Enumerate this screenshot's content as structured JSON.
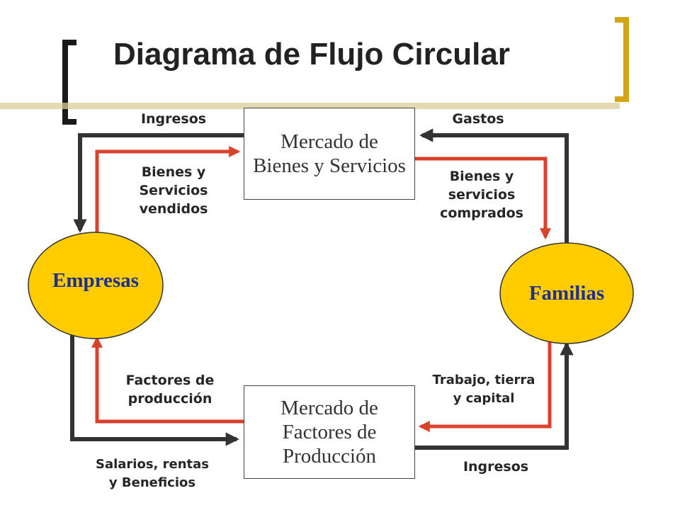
{
  "title": "Diagrama de Flujo Circular",
  "colors": {
    "bracket": "#d4a615",
    "bracket_dark": "#1a1a1a",
    "oval_fill": "#ffcc00",
    "oval_text": "#1f2f8f",
    "money_flow": "#333333",
    "goods_flow": "#d9412b"
  },
  "nodes": {
    "goods_market": {
      "line1": "Mercado de",
      "line2": "Bienes y Servicios"
    },
    "factor_market": {
      "line1": "Mercado de",
      "line2": "Factores de",
      "line3": "Producción"
    },
    "firms": {
      "label": "Empresas"
    },
    "households": {
      "label": "Familias"
    }
  },
  "flows": {
    "top_left_money": "Ingresos",
    "top_right_money": "Gastos",
    "goods_sold": {
      "line1": "Bienes y",
      "line2": "Servicios",
      "line3": "vendidos"
    },
    "goods_bought": {
      "line1": "Bienes y",
      "line2": "servicios",
      "line3": "comprados"
    },
    "factors": {
      "line1": "Factores de",
      "line2": "producción"
    },
    "labor": {
      "line1": "Trabajo, tierra",
      "line2": "y capital"
    },
    "wages": {
      "line1": "Salarios, rentas",
      "line2": "y Beneficios"
    },
    "bottom_right_money": "Ingresos"
  }
}
